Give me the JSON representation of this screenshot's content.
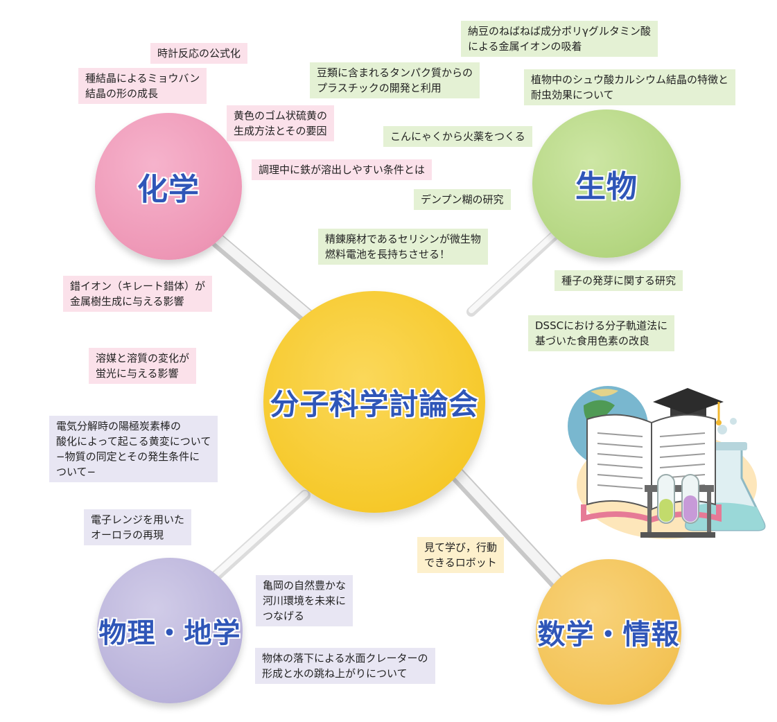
{
  "center": {
    "label": "分子科学討論会",
    "color": "#f6c92b"
  },
  "categories": {
    "chemistry": {
      "label": "化学",
      "color": "#ee97b6"
    },
    "biology": {
      "label": "生物",
      "color": "#b4d681"
    },
    "physics_earth": {
      "label": "物理・地学",
      "color": "#b9b2da"
    },
    "math_info": {
      "label": "数学・情報",
      "color": "#f3c356"
    }
  },
  "text_color": "#2f56b8",
  "topics": {
    "chemistry": [
      "時計反応の公式化",
      "種結晶によるミョウバン\n結晶の形の成長",
      "黄色のゴム状硫黄の\n生成方法とその要因",
      "調理中に鉄が溶出しやすい条件とは",
      "錯イオン（キレート錯体）が\n金属樹生成に与える影響",
      "溶媒と溶質の変化が\n蛍光に与える影響"
    ],
    "biology": [
      "納豆のねばねば成分ポリγグルタミン酸\nによる金属イオンの吸着",
      "豆類に含まれるタンパク質からの\nプラスチックの開発と利用",
      "植物中のシュウ酸カルシウム結晶の特徴と\n耐虫効果について",
      "こんにゃくから火薬をつくる",
      "デンプン糊の研究",
      "精錬廃材であるセリシンが微生物\n燃料電池を長持ちさせる！",
      "種子の発芽に関する研究",
      "DSSCにおける分子軌道法に\n基づいた食用色素の改良"
    ],
    "physics_earth": [
      "電気分解時の陽極炭素棒の\n酸化によって起こる黄変について\n−物質の同定とその発生条件に\nついて−",
      "電子レンジを用いた\nオーロラの再現",
      "亀岡の自然豊かな\n河川環境を未来に\nつなげる",
      "物体の落下による水面クレーターの\n形成と水の跳ね上がりについて"
    ],
    "math_info": [
      "見て学び，行動\nできるロボット"
    ]
  },
  "illustration_icons": [
    "globe-icon",
    "open-book-icon",
    "graduation-cap-icon",
    "test-tubes-icon",
    "flask-icon"
  ]
}
